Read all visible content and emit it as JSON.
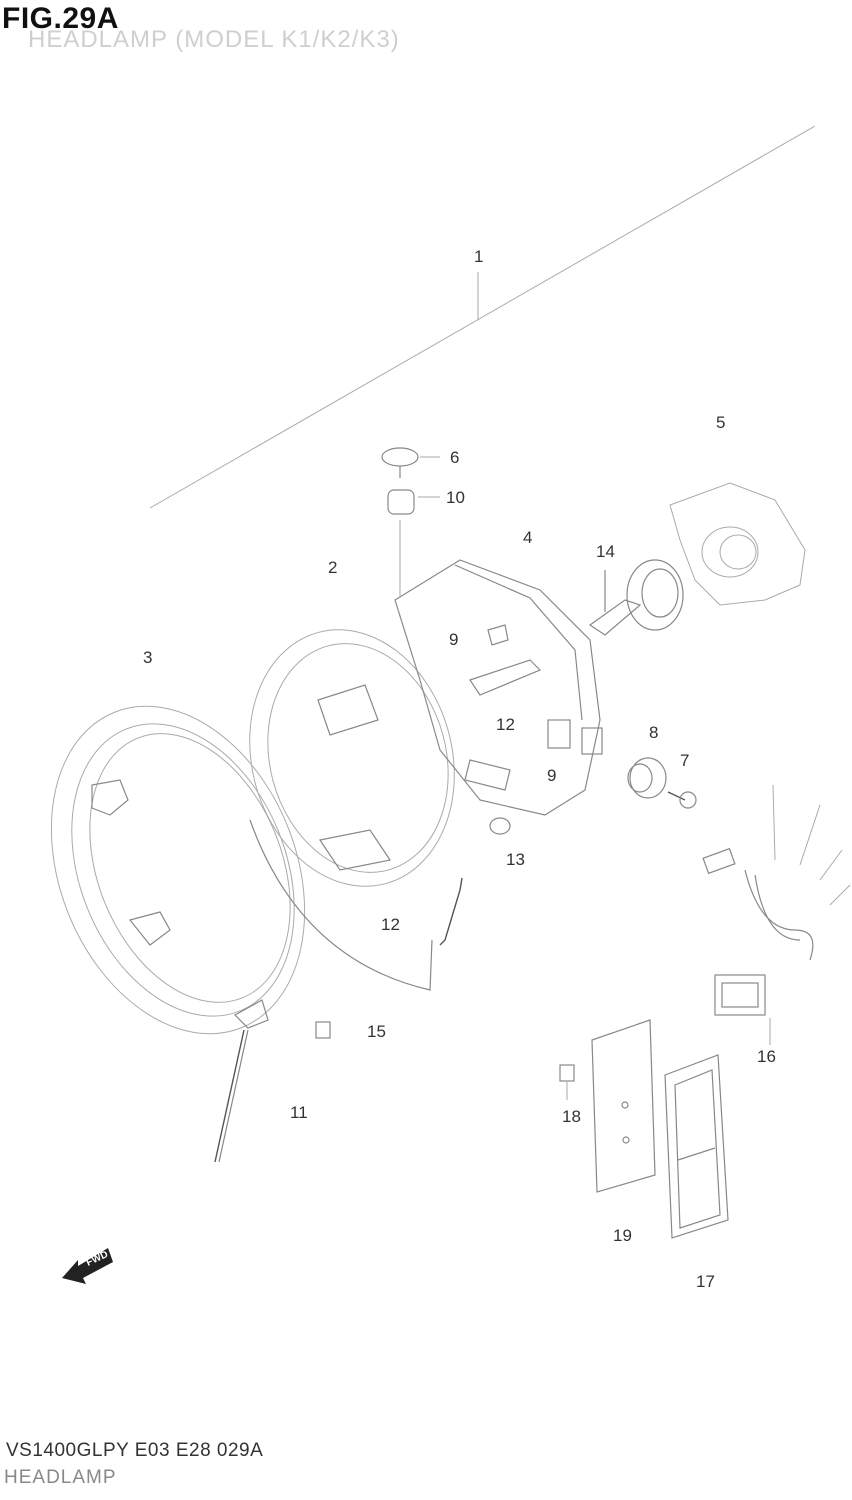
{
  "figure": {
    "title": "FIG.29A",
    "subtitle": "HEADLAMP (MODEL K1/K2/K3)"
  },
  "footer": {
    "model_code": "VS1400GLPY E03 E28 029A",
    "part_name": "HEADLAMP"
  },
  "fwd_arrow": {
    "label": "FWD"
  },
  "callouts": {
    "c1": "1",
    "c2": "2",
    "c3": "3",
    "c4": "4",
    "c5": "5",
    "c6": "6",
    "c7": "7",
    "c8": "8",
    "c9a": "9",
    "c9b": "9",
    "c10": "10",
    "c11": "11",
    "c12a": "12",
    "c12b": "12",
    "c13": "13",
    "c14": "14",
    "c15": "15",
    "c16": "16",
    "c17": "17",
    "c18": "18",
    "c19": "19"
  }
}
